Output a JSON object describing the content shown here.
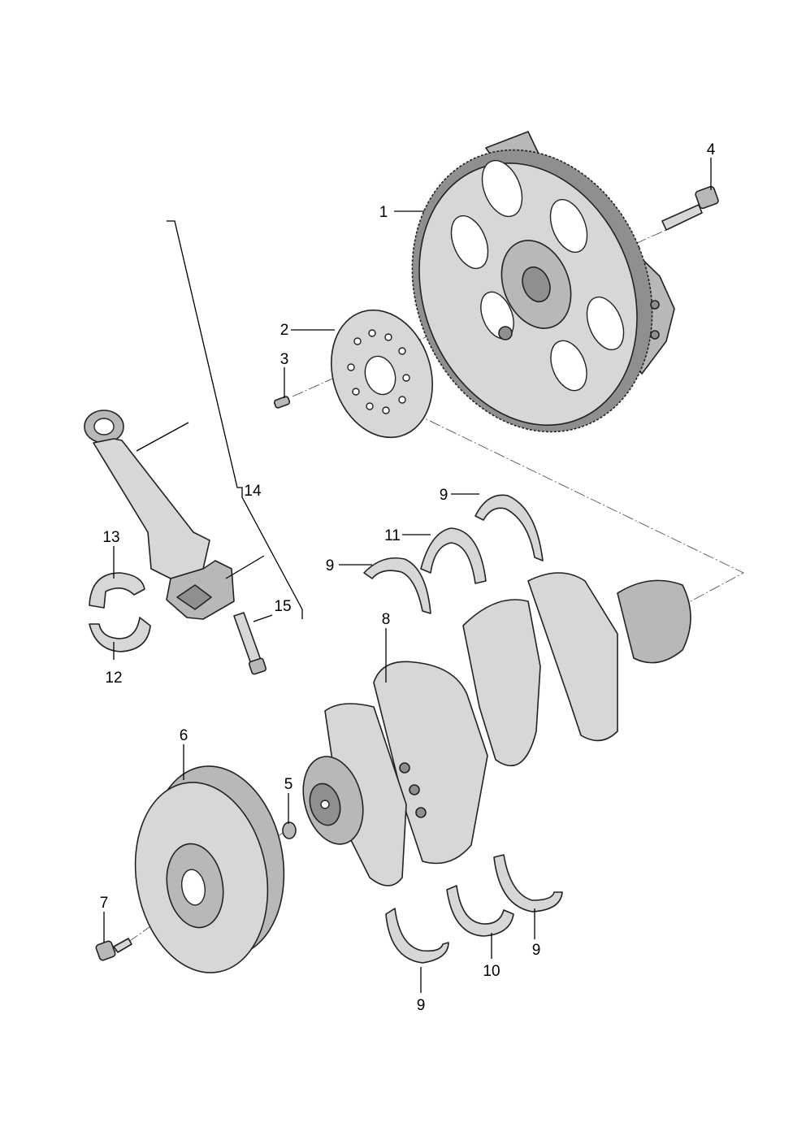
{
  "diagram": {
    "callouts": [
      {
        "id": "c1",
        "label": "1"
      },
      {
        "id": "c2",
        "label": "2"
      },
      {
        "id": "c3",
        "label": "3"
      },
      {
        "id": "c4",
        "label": "4"
      },
      {
        "id": "c5",
        "label": "5"
      },
      {
        "id": "c6",
        "label": "6"
      },
      {
        "id": "c7",
        "label": "7"
      },
      {
        "id": "c8",
        "label": "8"
      },
      {
        "id": "c9a",
        "label": "9"
      },
      {
        "id": "c9b",
        "label": "9"
      },
      {
        "id": "c9c",
        "label": "9"
      },
      {
        "id": "c9d",
        "label": "9"
      },
      {
        "id": "c10",
        "label": "10"
      },
      {
        "id": "c11",
        "label": "11"
      },
      {
        "id": "c12",
        "label": "12"
      },
      {
        "id": "c13",
        "label": "13"
      },
      {
        "id": "c14",
        "label": "14"
      },
      {
        "id": "c15",
        "label": "15"
      }
    ]
  }
}
